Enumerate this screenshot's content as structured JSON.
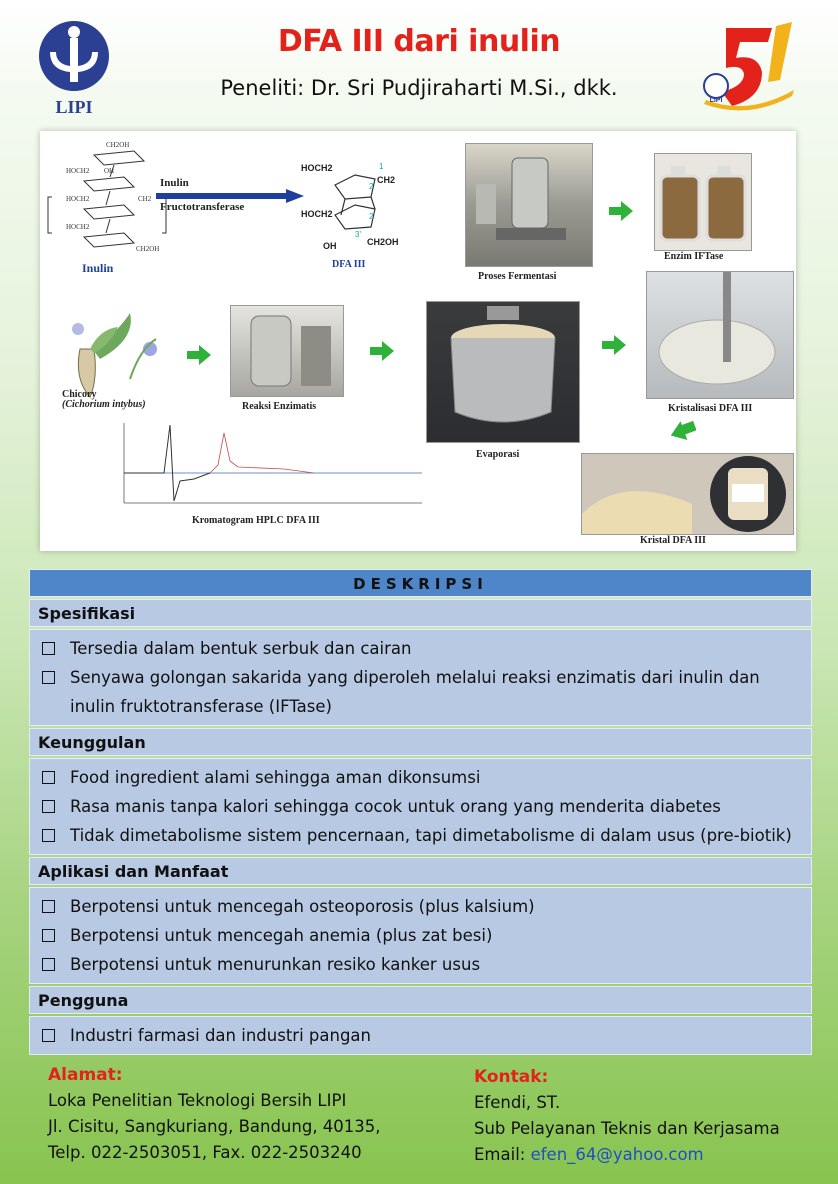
{
  "header": {
    "title": "DFA III dari inulin",
    "subtitle": "Peneliti: Dr. Sri Pudjiraharti M.Si., dkk.",
    "logo_left_text": "LIPI",
    "logo_right_text": "LIPI"
  },
  "figure": {
    "labels": {
      "inulin": "Inulin",
      "arrow_top": "Inulin",
      "arrow_bottom": "Fructotransferase",
      "dfa": "DFA III",
      "fermentasi": "Proses Fermentasi",
      "enzim": "Enzim IFTase",
      "chicory_1": "Chicory",
      "chicory_2": "(Cichorium intybus)",
      "reaksi": "Reaksi Enzimatis",
      "evaporasi": "Evaporasi",
      "kristalisasi": "Kristalisasi  DFA III",
      "kromatogram": "Kromatogram HPLC DFA III",
      "kristal": "Kristal  DFA III"
    },
    "chem": {
      "hoch2_a": "HOCH2",
      "ch2": "CH2",
      "hoch2_b": "HOCH2",
      "ch2oh": "CH2OH",
      "oh": "OH",
      "o": "O"
    }
  },
  "description": {
    "header": "DESKRIPSI",
    "sections": [
      {
        "title": "Spesifikasi",
        "items": [
          "Tersedia dalam bentuk serbuk dan cairan",
          "Senyawa golongan sakarida yang diperoleh melalui reaksi enzimatis dari inulin dan inulin fruktotransferase (IFTase)"
        ]
      },
      {
        "title": "Keunggulan",
        "items": [
          "Food ingredient alami sehingga aman dikonsumsi",
          "Rasa manis tanpa kalori sehingga cocok untuk orang yang menderita diabetes",
          "Tidak dimetabolisme sistem pencernaan, tapi dimetabolisme di dalam usus  (pre-biotik)"
        ]
      },
      {
        "title": "Aplikasi dan Manfaat",
        "items": [
          "Berpotensi untuk mencegah osteoporosis (plus kalsium)",
          "Berpotensi untuk mencegah anemia (plus zat besi)",
          "Berpotensi untuk menurunkan resiko kanker usus"
        ]
      },
      {
        "title": "Pengguna",
        "items": [
          "Industri farmasi dan industri pangan"
        ]
      }
    ]
  },
  "footer": {
    "address_label": "Alamat:",
    "address_line1": "Loka Penelitian Teknologi Bersih LIPI",
    "address_line2": "Jl. Cisitu, Sangkuriang, Bandung, 40135,",
    "address_line3": "Telp. 022-2503051, Fax. 022-2503240",
    "contact_label": "Kontak:",
    "contact_name": "Efendi, ST.",
    "contact_unit": "Sub Pelayanan Teknis dan Kerjasama",
    "email_prefix": "Email: ",
    "email": "efen_64@yahoo.com"
  },
  "colors": {
    "title_red": "#e3231b",
    "table_header_blue": "#4e86c9",
    "table_row_blue": "#b8c9e3",
    "email_blue": "#1f4fc4",
    "footer_green": "#88c44f"
  }
}
